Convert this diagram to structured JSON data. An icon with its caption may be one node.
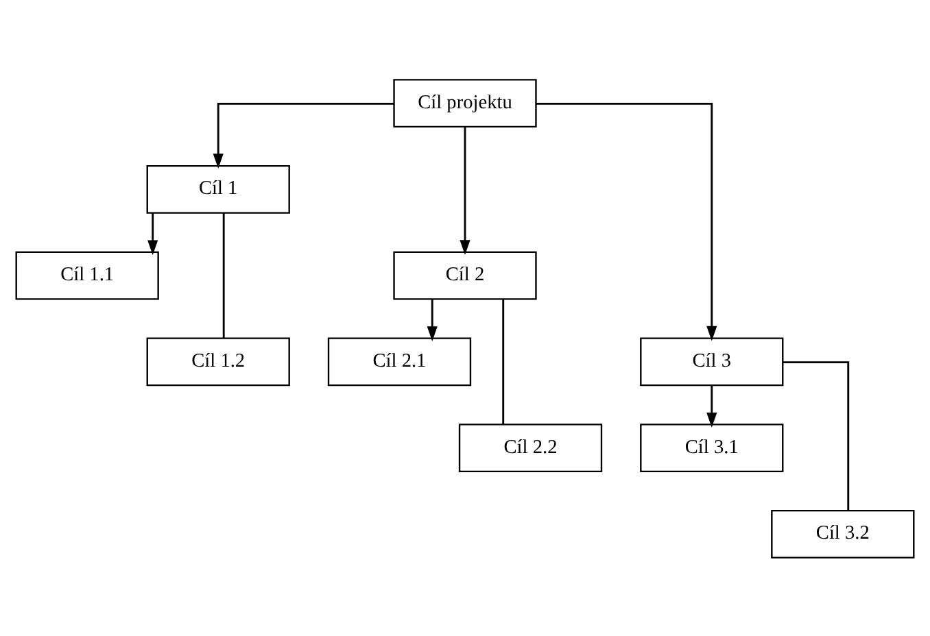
{
  "diagram": {
    "nodes": [
      {
        "text": [
          "Cíl projektu"
        ]
      },
      {
        "text": [
          "Cíl 1"
        ]
      },
      {
        "text": [
          "Cíl 2"
        ]
      },
      {
        "text": [
          "Cíl 3"
        ]
      },
      {
        "text": [
          "Cíl 1.1"
        ]
      },
      {
        "text": [
          "Cíl 2.1"
        ]
      },
      {
        "text": [
          "Cíl 3.1"
        ]
      },
      {
        "text": [
          "Cíl 1.2"
        ]
      },
      {
        "text": [
          "Cíl 2.2"
        ]
      },
      {
        "text": [
          "Cíl 3.2"
        ]
      }
    ],
    "edges": [
      {
        "from": 0,
        "to": 1,
        "arrow": "to"
      },
      {
        "from": 0,
        "to": 2,
        "arrow": "to"
      },
      {
        "from": 0,
        "to": 3,
        "arrow": "to"
      },
      {
        "from": 1,
        "to": 4,
        "arrow": "to"
      },
      {
        "from": 1,
        "to": 7,
        "arrow": "none"
      },
      {
        "from": 2,
        "to": 5,
        "arrow": "to"
      },
      {
        "from": 2,
        "to": 8,
        "arrow": "none"
      },
      {
        "from": 3,
        "to": 6,
        "arrow": "to"
      },
      {
        "from": 3,
        "to": 9,
        "arrow": "none"
      }
    ]
  }
}
